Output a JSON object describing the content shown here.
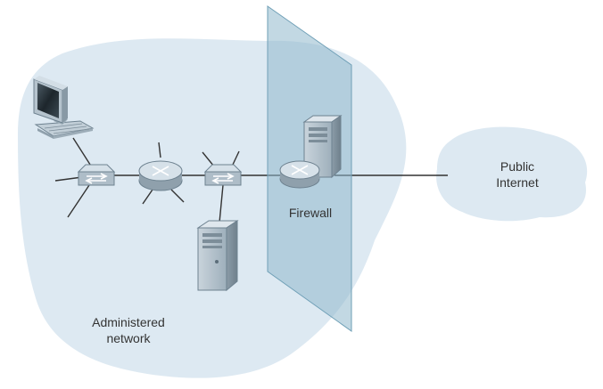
{
  "labels": {
    "public_internet": [
      "Public",
      "Internet"
    ],
    "firewall": "Firewall",
    "administered_network": [
      "Administered",
      "network"
    ]
  },
  "colors": {
    "cloud_fill": "#dde9f2",
    "firewall_pane": "#8fb8cc",
    "firewall_edge": "#6f9fb6",
    "link_line": "#333333",
    "device_body": "#aebdc8",
    "device_top": "#d6e1e9",
    "device_edge": "#6e8290",
    "label_text": "#333333"
  },
  "icons": [
    "desktop-computer-icon",
    "switch-icon",
    "router-icon",
    "server-icon",
    "firewall-router-icon",
    "cloud-icon"
  ]
}
